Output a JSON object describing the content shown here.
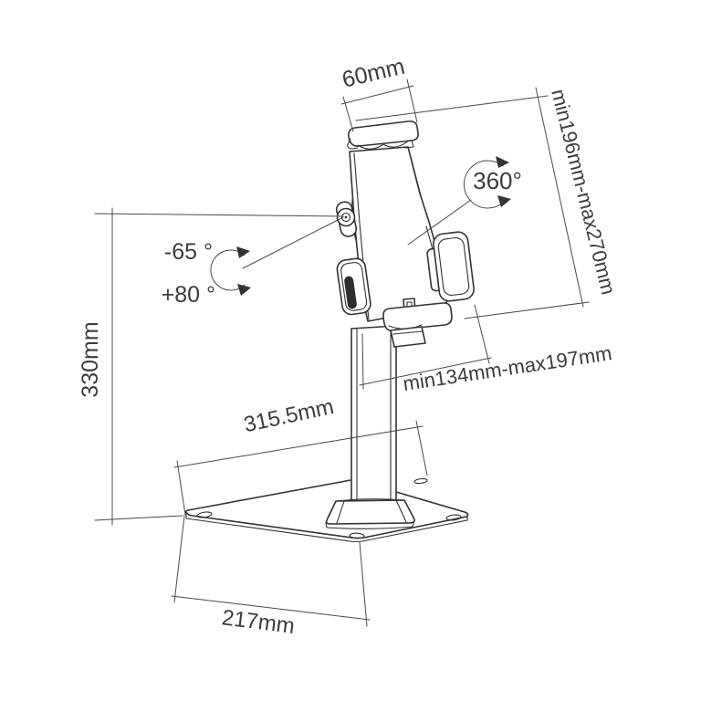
{
  "annotations": {
    "top_width": "60mm",
    "holder_height_range": "min196mm-max270mm",
    "rotation": "360°",
    "tilt_up": "-65 °",
    "tilt_down": "+80 °",
    "total_height": "330mm",
    "holder_width_range": "min134mm-max197mm",
    "base_depth": "315.5mm",
    "base_front_width": "217mm"
  }
}
